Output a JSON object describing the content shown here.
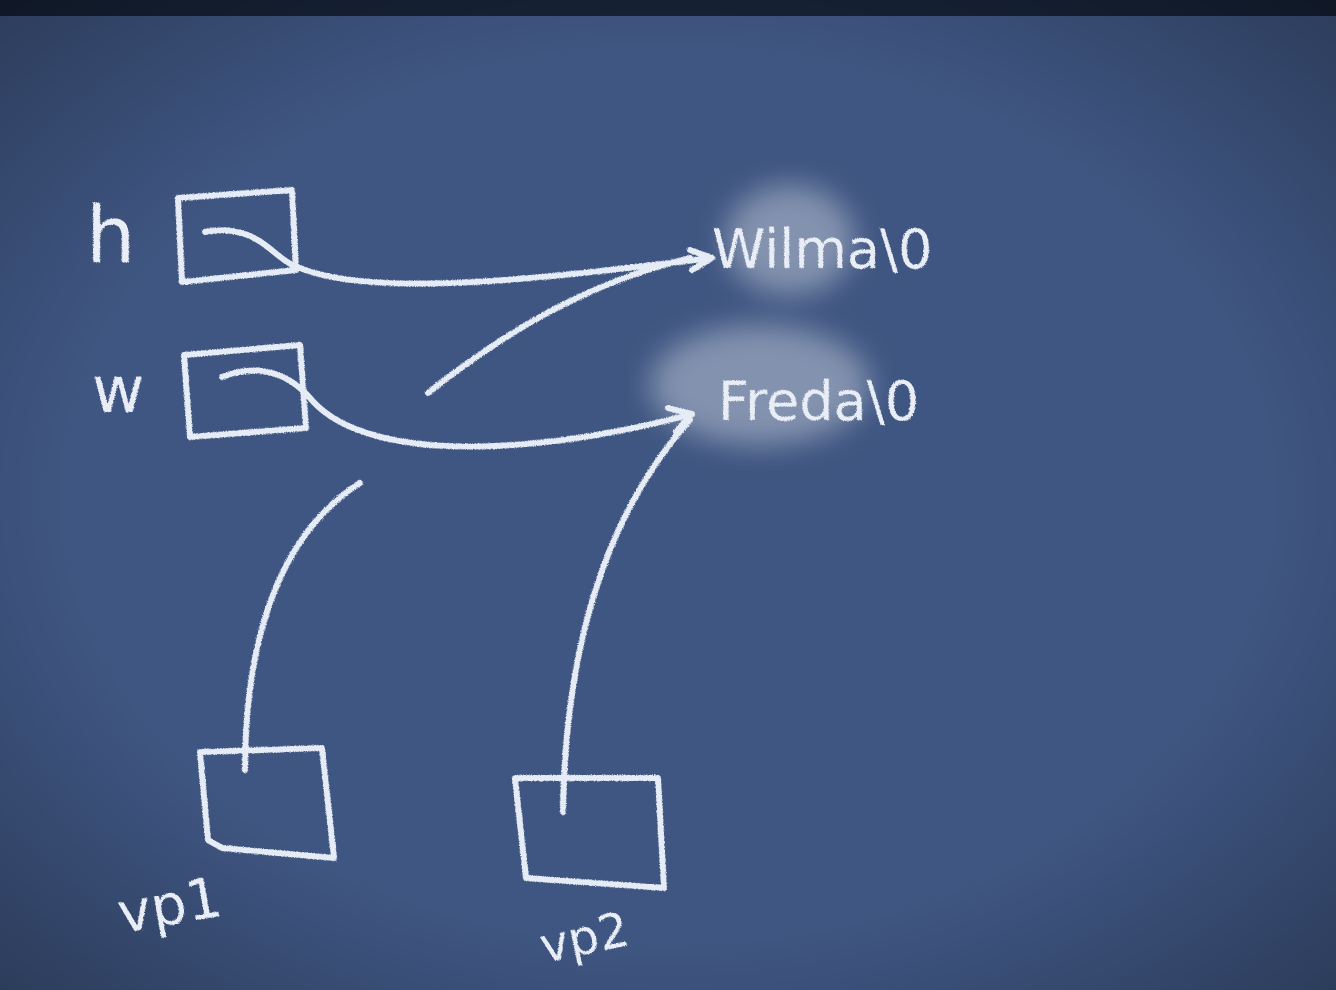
{
  "board": {
    "background": "#3f5682",
    "chalk_color": "#e6ecf5"
  },
  "variables": {
    "h_label": "h",
    "w_label": "w",
    "vp1_label": "vp1",
    "vp2_label": "vp2"
  },
  "strings": {
    "first": "Wilma\\0",
    "second": "Freda\\0"
  }
}
